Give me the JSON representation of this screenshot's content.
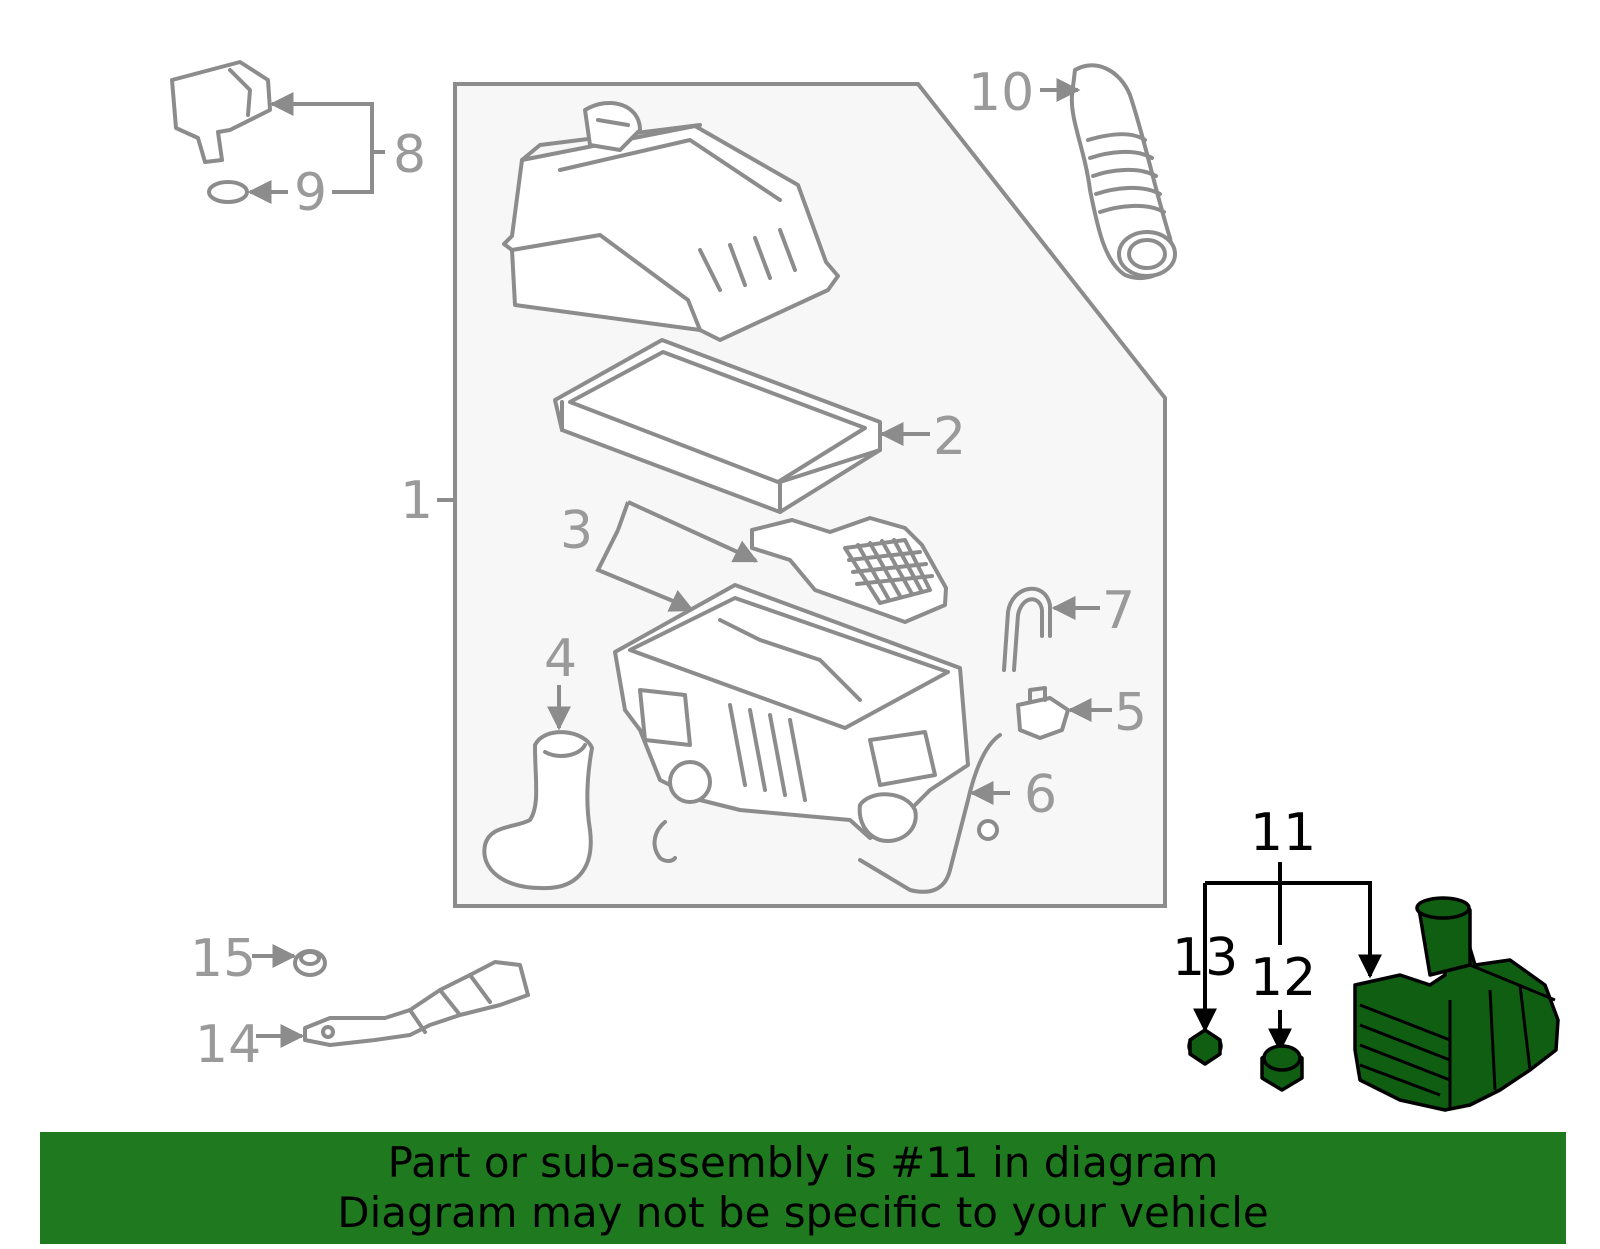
{
  "callouts": {
    "c1": "1",
    "c2": "2",
    "c3": "3",
    "c4": "4",
    "c5": "5",
    "c6": "6",
    "c7": "7",
    "c8": "8",
    "c9": "9",
    "c10": "10",
    "c11": "11",
    "c12": "12",
    "c13": "13",
    "c14": "14",
    "c15": "15"
  },
  "highlighted_part": "11",
  "banner": {
    "line1": "Part or sub-assembly is #11 in diagram",
    "line2": "Diagram may not be specific to your vehicle"
  },
  "colors": {
    "highlight_fill": "#0f5e12",
    "banner_bg": "#1f7a1f",
    "line_gray": "#8c8c8c",
    "panel_bg": "#f7f7f7"
  }
}
